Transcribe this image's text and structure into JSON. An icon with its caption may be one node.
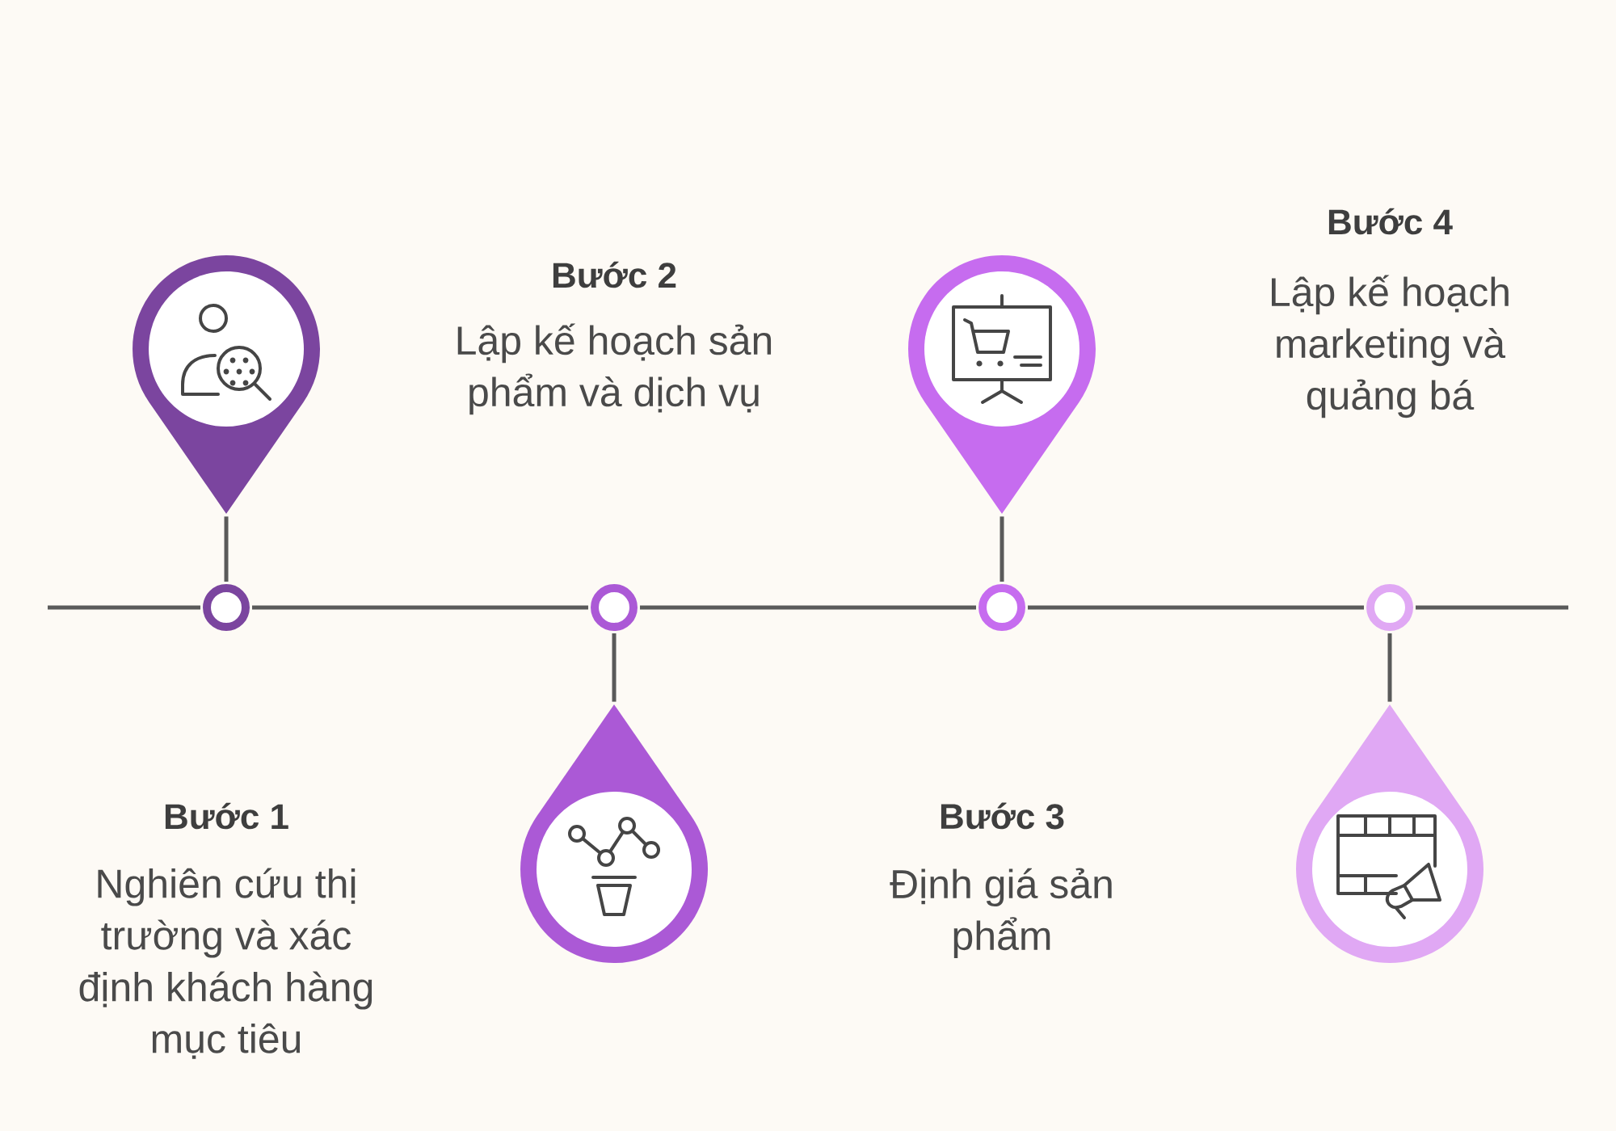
{
  "diagram": {
    "nodes": [
      {
        "text": [],
        "shape": "pin"
      },
      {
        "text": [],
        "shape": "circle"
      },
      {
        "text": [],
        "shape": "pin"
      },
      {
        "text": [],
        "shape": "circle"
      },
      {
        "text": [],
        "shape": "pin"
      },
      {
        "text": [],
        "shape": "circle"
      },
      {
        "text": [],
        "shape": "pin"
      },
      {
        "text": [],
        "shape": "circle"
      }
    ],
    "edges": [
      {
        "from": null,
        "to": 1,
        "arrow": "none"
      },
      {
        "from": 0,
        "to": 1,
        "arrow": "none"
      },
      {
        "from": 1,
        "to": 3,
        "arrow": "none"
      },
      {
        "from": 2,
        "to": 3,
        "arrow": "none"
      },
      {
        "from": 3,
        "to": 5,
        "arrow": "none"
      },
      {
        "from": 4,
        "to": 5,
        "arrow": "none"
      },
      {
        "from": 5,
        "to": 7,
        "arrow": "none"
      },
      {
        "from": 6,
        "to": 7,
        "arrow": "none"
      },
      {
        "from": 7,
        "to": null,
        "arrow": "none"
      }
    ],
    "labels": [
      "Bước 1",
      "Nghiên cứu thị trường và xác định khách hàng mục tiêu",
      "Bước 2",
      "Lập kế hoạch sản phẩm và dịch vụ",
      "Bước 3",
      "Định giá sản phẩm",
      "Bước 4",
      "Lập kế hoạch marketing và quảng bá"
    ]
  }
}
